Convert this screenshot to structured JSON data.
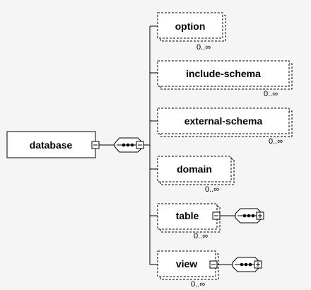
{
  "root": {
    "label": "database"
  },
  "elements": [
    {
      "id": "option",
      "label": "option",
      "cardinality": "0..∞",
      "has_children": false
    },
    {
      "id": "include-schema",
      "label": "include-schema",
      "cardinality": "0..∞",
      "has_children": false
    },
    {
      "id": "external-schema",
      "label": "external-schema",
      "cardinality": "0..∞",
      "has_children": false
    },
    {
      "id": "domain",
      "label": "domain",
      "cardinality": "0..∞",
      "has_children": false
    },
    {
      "id": "table",
      "label": "table",
      "cardinality": "0..∞",
      "has_children": true
    },
    {
      "id": "view",
      "label": "view",
      "cardinality": "0..∞",
      "has_children": true
    }
  ],
  "icons": {
    "collapse": "minus-box-icon",
    "expand": "plus-box-icon",
    "sequence": "sequence-compositor-icon"
  },
  "colors": {
    "background": "#f5f5f5",
    "box_fill": "#ffffff",
    "stroke": "#000000"
  }
}
